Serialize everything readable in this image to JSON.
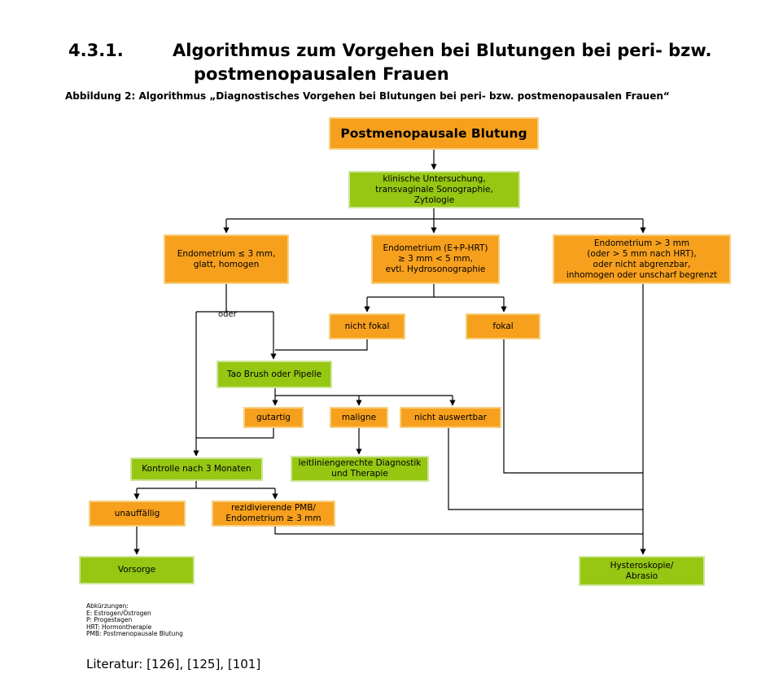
{
  "section": {
    "number": "4.3.1.",
    "title_line1": "Algorithmus zum Vorgehen bei Blutungen bei peri- bzw.",
    "title_line2": "postmenopausalen Frauen"
  },
  "figure_caption": "Abbildung 2: Algorithmus „Diagnostisches Vorgehen bei Blutungen bei peri- bzw. postmenopausalen Frauen“",
  "colors": {
    "orange": "#f7a01d",
    "green": "#95c713",
    "line": "#000000"
  },
  "nodes": {
    "start": "Postmenopausale Blutung",
    "exam": "klinische Untersuchung,\ntransvaginale Sonographie,\nZytologie",
    "endo_small": "Endometrium ≤ 3 mm,\nglatt, homogen",
    "endo_mid": "Endometrium (E+P-HRT)\n≥ 3 mm < 5 mm,\nevtl. Hydrosonographie",
    "endo_large": "Endometrium > 3 mm\n(oder > 5 mm nach HRT),\noder nicht abgrenzbar,\ninhomogen oder unscharf begrenzt",
    "oder": "oder",
    "nicht_fokal": "nicht fokal",
    "fokal": "fokal",
    "tao": "Tao Brush oder Pipelle",
    "gutartig": "gutartig",
    "maligne": "maligne",
    "nicht_auswertbar": "nicht auswertbar",
    "kontrolle": "Kontrolle nach 3 Monaten",
    "leitlinie": "leitliniengerechte Diagnostik\nund Therapie",
    "unauffaellig": "unauffällig",
    "rezidiv": "rezidivierende PMB/\nEndometrium ≥ 3 mm",
    "vorsorge": "Vorsorge",
    "hysteroskopie": "Hysteroskopie/\nAbrasio"
  },
  "abbreviations": {
    "heading": "Abkürzungen:",
    "items": [
      "E: Estrogen/Östrogen",
      "P: Progestagen",
      "HRT: Hormontherapie",
      "PMB: Postmenopausale Blutung"
    ]
  },
  "literature": "Literatur: [126], [125], [101]"
}
